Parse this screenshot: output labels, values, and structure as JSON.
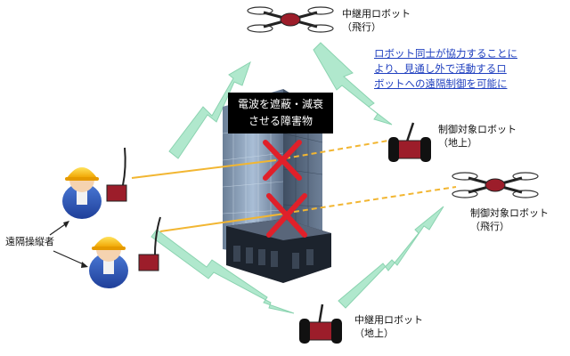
{
  "labels": {
    "relay_drone": [
      "中継用ロボット",
      "（飛行）"
    ],
    "target_ground": [
      "制御対象ロボット",
      "（地上）"
    ],
    "target_drone": [
      "制御対象ロボット",
      "（飛行）"
    ],
    "relay_ground": [
      "中継用ロボット",
      "（地上）"
    ],
    "operator": "遠隔操縦者"
  },
  "obstacle": [
    "電波を遮蔽・減衰",
    "させる障害物"
  ],
  "callout": [
    "ロボット同士が協力することに",
    "より、見通し外で活動するロ",
    "ボットへの遠隔制御を可能に"
  ],
  "colors": {
    "link": "#9fe0c0",
    "signal": "#f2b632",
    "blocked": "#e0202a",
    "callout": "#1f3fbf"
  }
}
